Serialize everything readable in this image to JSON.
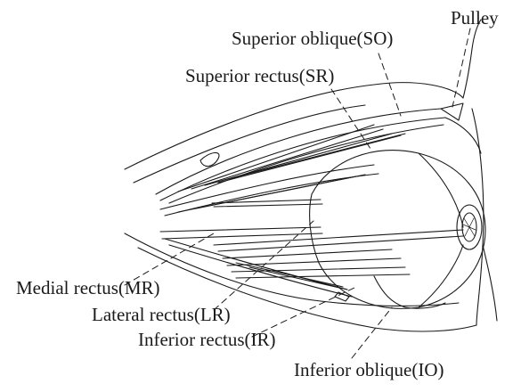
{
  "figure": {
    "labels": {
      "pulley": "Pulley",
      "superior_oblique": "Superior oblique(SO)",
      "superior_rectus": "Superior rectus(SR)",
      "medial_rectus": "Medial rectus(MR)",
      "lateral_rectus": "Lateral rectus(LR)",
      "inferior_rectus": "Inferior rectus(IR)",
      "inferior_oblique": "Inferior oblique(IO)"
    },
    "colors": {
      "ink": "#1a1a1a",
      "background": "#ffffff"
    }
  }
}
